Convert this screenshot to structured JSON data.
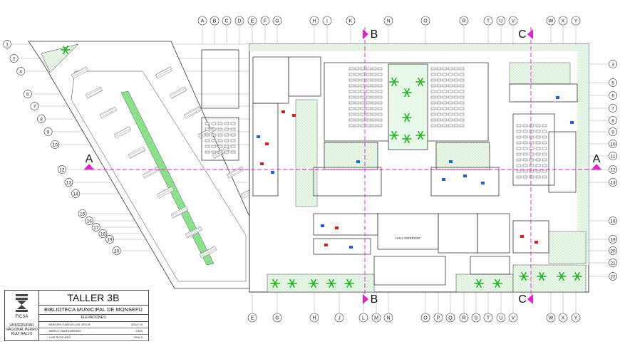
{
  "title_block": {
    "project": "TALLER 3B",
    "subtitle": "BIBLIOTECA MUNICIPAL DE MONSEFÚ",
    "sheet": "ELEVACIONES",
    "logo_label": "FICSA",
    "institution_lines": [
      "UNIVERSIDAD",
      "NACIONAL PEDRO",
      "RUIZ GALLO"
    ],
    "rows": [
      {
        "name": "- MOROPE GARCIA LUIS JESUS",
        "value": "15/12/ 18"
      },
      {
        "name": "- MARCO PANTA MERINO",
        "value": "1/100"
      },
      {
        "name": "- LUIS RIOS URIO",
        "value": "2018-II"
      }
    ]
  },
  "top_axes": [
    "A",
    "B",
    "C",
    "D",
    "E",
    "F",
    "G",
    "H",
    "I",
    "K",
    "N",
    "O",
    "R",
    "T",
    "U",
    "V",
    "W",
    "X",
    "Y"
  ],
  "bottom_axes": [
    "E",
    "G",
    "H",
    "J",
    "L",
    "M",
    "N",
    "O",
    "P",
    "Q",
    "R",
    "S",
    "T",
    "U",
    "V",
    "W",
    "X",
    "Y"
  ],
  "left_axes": [
    "1",
    "2",
    "4",
    "6",
    "7",
    "8",
    "9",
    "10",
    "12",
    "13",
    "14",
    "15",
    "16",
    "17",
    "18",
    "19",
    "20"
  ],
  "right_axes": [
    "3",
    "5",
    "6",
    "7",
    "8",
    "9",
    "10",
    "11",
    "12",
    "13",
    "16",
    "19",
    "20",
    "21",
    "22"
  ],
  "section_marks": [
    {
      "letter": "A",
      "side": "left"
    },
    {
      "letter": "A",
      "side": "right"
    },
    {
      "letter": "B",
      "side": "top"
    },
    {
      "letter": "B",
      "side": "bottom"
    },
    {
      "letter": "C",
      "side": "top"
    },
    {
      "letter": "C",
      "side": "bottom"
    }
  ],
  "room_labels": {
    "hall": "HALL INTERIOR"
  },
  "colors": {
    "plan_line": "#3a3a3a",
    "grid_line": "#8a8a8a",
    "vegetation": "#1fb31f",
    "section_marker": "#e020c8",
    "furniture_blue": "#2060d8",
    "furniture_red": "#d82020",
    "walkway": "#8be08b"
  }
}
